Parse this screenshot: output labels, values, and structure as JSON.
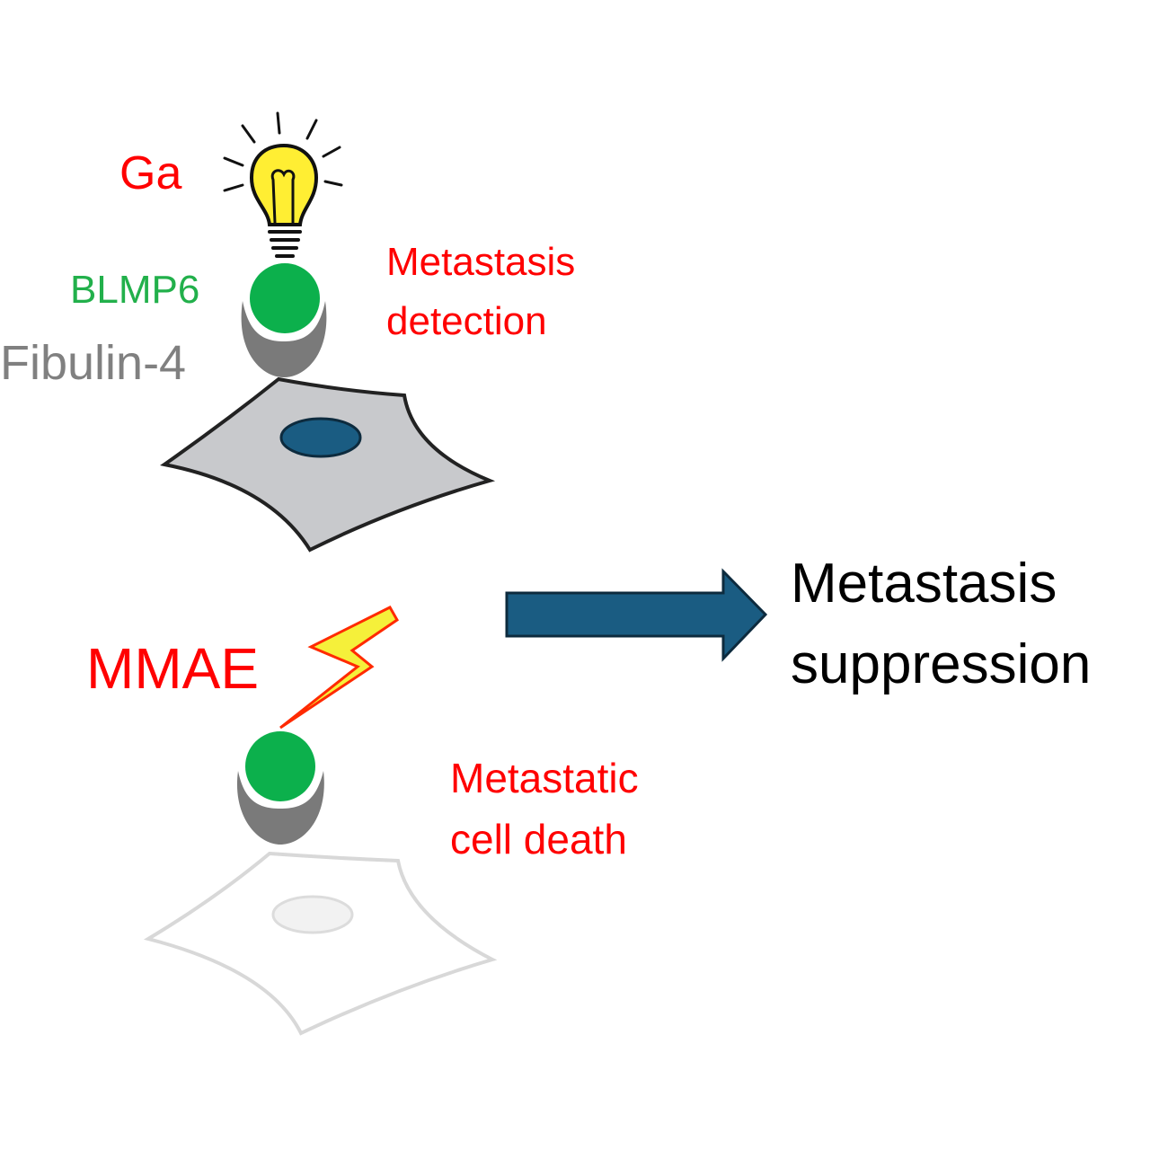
{
  "labels": {
    "ga": "Ga",
    "blmp6": "BLMP6",
    "fibulin": "Fibulin-4",
    "detection_line1": "Metastasis",
    "detection_line2": "detection",
    "mmae": "MMAE",
    "death_line1": "Metastatic",
    "death_line2": "cell death",
    "suppression_line1": "Metastasis",
    "suppression_line2": "suppression"
  },
  "colors": {
    "red_label": "#ff0000",
    "green_label": "#22b04b",
    "gray_label": "#808080",
    "arrow_fill": "#1a5c82",
    "nucleus": "#1a5c82",
    "ligand_green": "#0cb04c",
    "receptor_gray": "#7a7a7a",
    "bulb_yellow": "#ffee33",
    "lightning_yellow": "#f5f03a",
    "lightning_outline": "#ff2a00"
  },
  "icons": [
    "lightbulb-icon",
    "lightning-bolt-icon",
    "right-arrow-icon"
  ]
}
